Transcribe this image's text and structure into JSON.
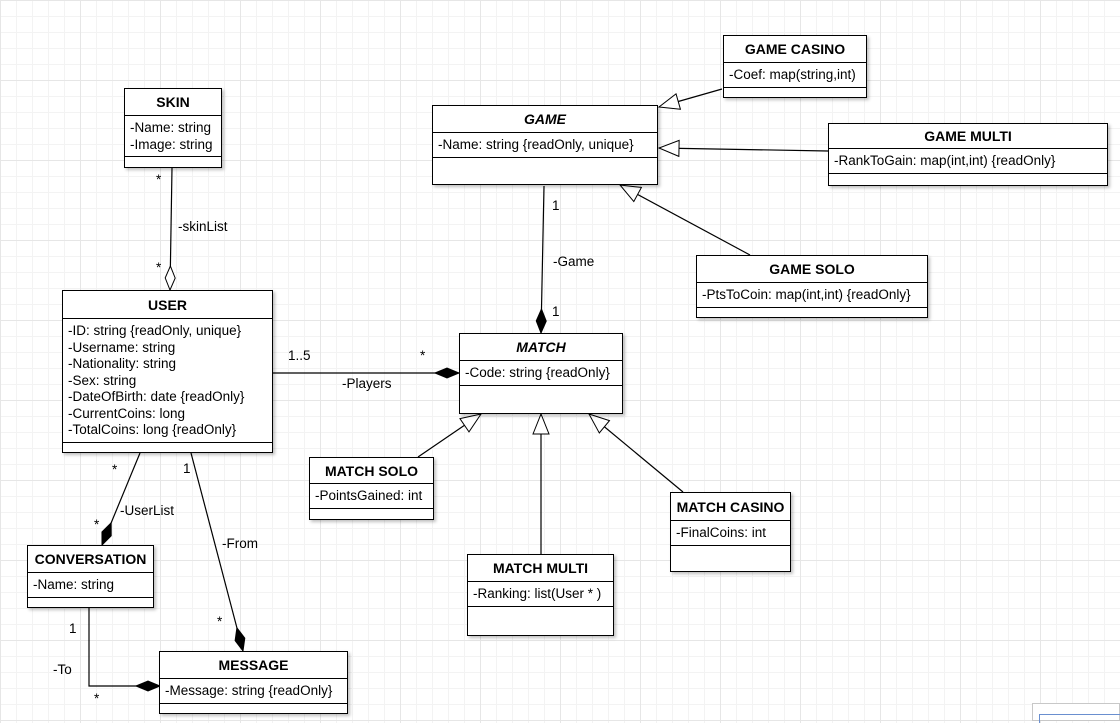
{
  "classes": {
    "game_casino": {
      "name": "GAME CASINO",
      "attrs": [
        "-Coef: map(string,int)"
      ]
    },
    "game": {
      "name": "GAME",
      "attrs": [
        "-Name: string {readOnly, unique}"
      ]
    },
    "game_multi": {
      "name": "GAME MULTI",
      "attrs": [
        "-RankToGain: map(int,int) {readOnly}"
      ]
    },
    "game_solo": {
      "name": "GAME SOLO",
      "attrs": [
        "-PtsToCoin: map(int,int) {readOnly}"
      ]
    },
    "skin": {
      "name": "SKIN",
      "attrs": [
        "-Name: string",
        "-Image: string"
      ]
    },
    "user": {
      "name": "USER",
      "attrs": [
        "-ID: string {readOnly, unique}",
        "-Username: string",
        "-Nationality: string",
        "-Sex: string",
        "-DateOfBirth: date {readOnly}",
        "-CurrentCoins: long",
        "-TotalCoins: long {readOnly}"
      ]
    },
    "match": {
      "name": "MATCH",
      "attrs": [
        "-Code: string {readOnly}"
      ]
    },
    "match_solo": {
      "name": "MATCH SOLO",
      "attrs": [
        "-PointsGained: int"
      ]
    },
    "match_casino": {
      "name": "MATCH CASINO",
      "attrs": [
        "-FinalCoins: int"
      ]
    },
    "match_multi": {
      "name": "MATCH MULTI",
      "attrs": [
        "-Ranking: list(User * )"
      ]
    },
    "conversation": {
      "name": "CONVERSATION",
      "attrs": [
        "-Name: string"
      ]
    },
    "message": {
      "name": "MESSAGE",
      "attrs": [
        "-Message: string {readOnly}"
      ]
    }
  },
  "labels": {
    "skin_mult": "*",
    "skinlist": "-skinList",
    "user_skin_mult": "*",
    "game_mult": "1",
    "game_role": "-Game",
    "match_game_mult": "1",
    "user_players_mult": "1..5",
    "match_players_mult": "*",
    "players_role": "-Players",
    "user_conv_mult": "*",
    "userlist_role": "-UserList",
    "conv_user_mult": "*",
    "user_msg_mult": "1",
    "from_role": "-From",
    "msg_from_mult": "*",
    "conv_msg_mult": "1",
    "to_role": "-To",
    "msg_to_mult": "*"
  },
  "colors": {
    "grid_major": "#e6e6e6",
    "grid_minor": "#f3f3f3",
    "line": "#000000"
  }
}
